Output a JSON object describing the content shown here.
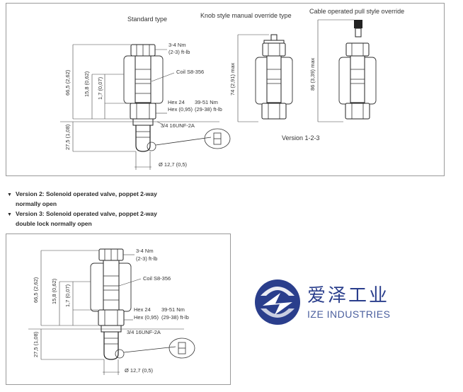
{
  "top_panel": {
    "titles": [
      "Standard type",
      "Knob style manual override type",
      "Cable operated pull style override"
    ],
    "dims": {
      "overall": "66,5 (2,62)",
      "coil_height": "15,8 (0,62)",
      "gap": "1,7 (0,07)",
      "lower": "27,5 (1,08)",
      "knob_overall": "74 (2,91) max",
      "cable_overall": "86 (3,39) max",
      "diameter": "Ø 12,7 (0,5)"
    },
    "callouts": {
      "torque_top_1": "3-4 Nm",
      "torque_top_2": "(2-3) ft-lb",
      "coil": "Coil S8-356",
      "hex_1": "Hex 24",
      "hex_2": "Hex (0,95)",
      "torque_hex_1": "39-51 Nm",
      "torque_hex_2": "(29-38) ft-lb",
      "thread": "3/4 16UNF-2A"
    },
    "version": "Version 1-2-3"
  },
  "notes": [
    {
      "line1": "Version 2: Solenoid operated valve, poppet 2-way",
      "line2": "normally open"
    },
    {
      "line1": "Version 3: Solenoid operated valve, poppet 2-way",
      "line2": "double lock normally open"
    }
  ],
  "bottom_panel": {
    "dims": {
      "overall": "66,5 (2,62)",
      "coil_height": "15,8 (0,62)",
      "gap": "1,7 (0,07)",
      "lower": "27,5 (1,08)",
      "diameter": "Ø 12,7 (0,5)"
    },
    "callouts": {
      "torque_top_1": "3-4 Nm",
      "torque_top_2": "(2-3) ft-lb",
      "coil": "Coil S8-356",
      "hex_1": "Hex 24",
      "hex_2": "Hex (0,95)",
      "torque_hex_1": "39-51 Nm",
      "torque_hex_2": "(29-38) ft-lb",
      "thread": "3/4 16UNF-2A"
    }
  },
  "logo": {
    "cn": "爱泽工业",
    "en": "IZE INDUSTRIES",
    "color": "#2a3e8c"
  }
}
